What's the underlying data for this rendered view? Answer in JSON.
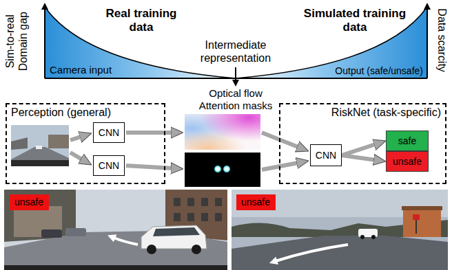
{
  "diagram": {
    "nodes": [
      {
        "text": [
          "Perception (general)"
        ]
      },
      {
        "text": [
          "CNN"
        ],
        "in": 0
      },
      {
        "text": [
          "CNN"
        ],
        "in": 0
      },
      {
        "text": [
          "RiskNet (task-specific)"
        ]
      },
      {
        "text": [
          "CNN"
        ],
        "in": 3
      },
      {
        "text": [
          "safe"
        ],
        "in": 3
      },
      {
        "text": [
          "unsafe"
        ],
        "in": 3
      },
      {
        "text": [
          "unsafe"
        ]
      },
      {
        "text": [
          "unsafe"
        ]
      }
    ],
    "edges": [
      {
        "from": 4,
        "to": 5,
        "arrow": "to"
      },
      {
        "from": 4,
        "to": 6,
        "arrow": "to"
      }
    ],
    "labels": [
      "Sim-to-real Domain gap",
      "Real training data",
      "Intermediate representation",
      "Simulated training data",
      "Data scarcity",
      "Camera input",
      "Output (safe/unsafe)",
      "Optical flow",
      "Attention masks"
    ]
  }
}
